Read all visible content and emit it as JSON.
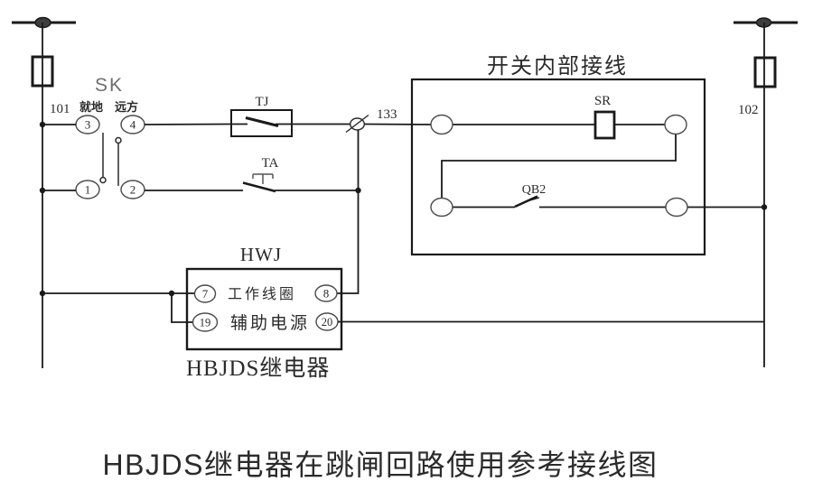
{
  "title": "HBJDS继电器在跳闸回路使用参考接线图",
  "left_bus": {
    "label": "101"
  },
  "right_bus": {
    "label": "102"
  },
  "sk_switch": {
    "label": "SK",
    "pos_local": "就地",
    "pos_remote": "远方",
    "terminals": {
      "t3": "3",
      "t4": "4",
      "t1": "1",
      "t2": "2"
    }
  },
  "contacts": {
    "tj": "TJ",
    "ta": "TA"
  },
  "node133": "133",
  "switch_box": {
    "title": "开关内部接线",
    "sr": "SR",
    "qb2": "QB2"
  },
  "relay": {
    "coil_title": "HWJ",
    "row1_label": "工作线圈",
    "row2_label": "辅助电源",
    "terminals": {
      "t7": "7",
      "t8": "8",
      "t19": "19",
      "t20": "20"
    },
    "name": "HBJDS继电器"
  },
  "colors": {
    "line": "#1a1a1a",
    "node_fill": "#3d3d3d",
    "text": "#2b2b2b"
  }
}
